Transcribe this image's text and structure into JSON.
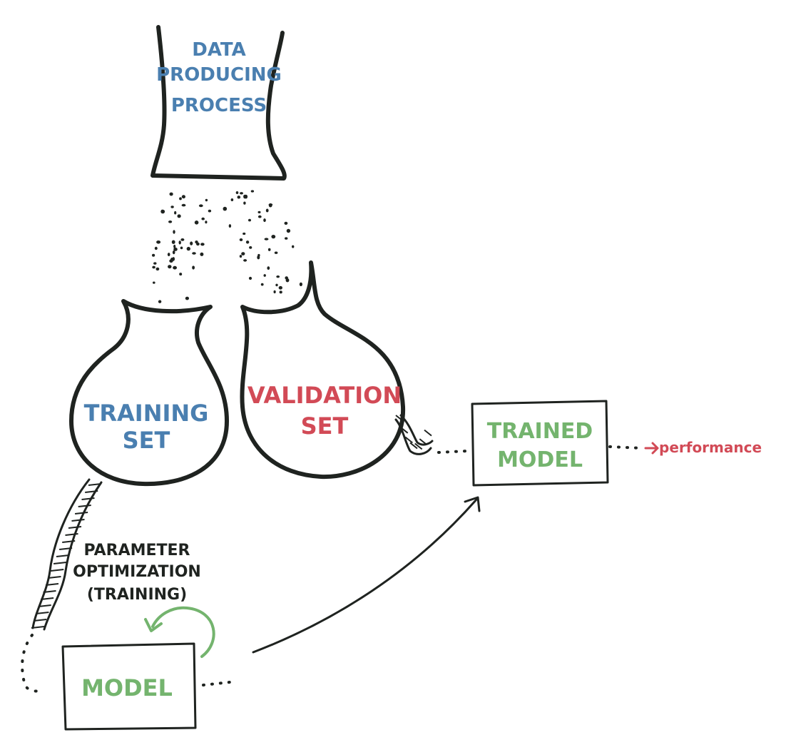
{
  "colors": {
    "ink": "#1f2320",
    "blue": "#4a7fb0",
    "red": "#d24a56",
    "green": "#74b46e"
  },
  "source": {
    "line1": "DATA",
    "line2": "PRODUCING",
    "line3": "PROCESS"
  },
  "training_set": {
    "line1": "TRAINING",
    "line2": "SET"
  },
  "validation_set": {
    "line1": "VALIDATION",
    "line2": "SET"
  },
  "trained_model": {
    "line1": "TRAINED",
    "line2": "MODEL"
  },
  "model": {
    "label": "MODEL"
  },
  "optimization": {
    "line1": "PARAMETER",
    "line2": "OPTIMIZATION",
    "line3": "(TRAINING)"
  },
  "performance": {
    "label": "performance"
  }
}
